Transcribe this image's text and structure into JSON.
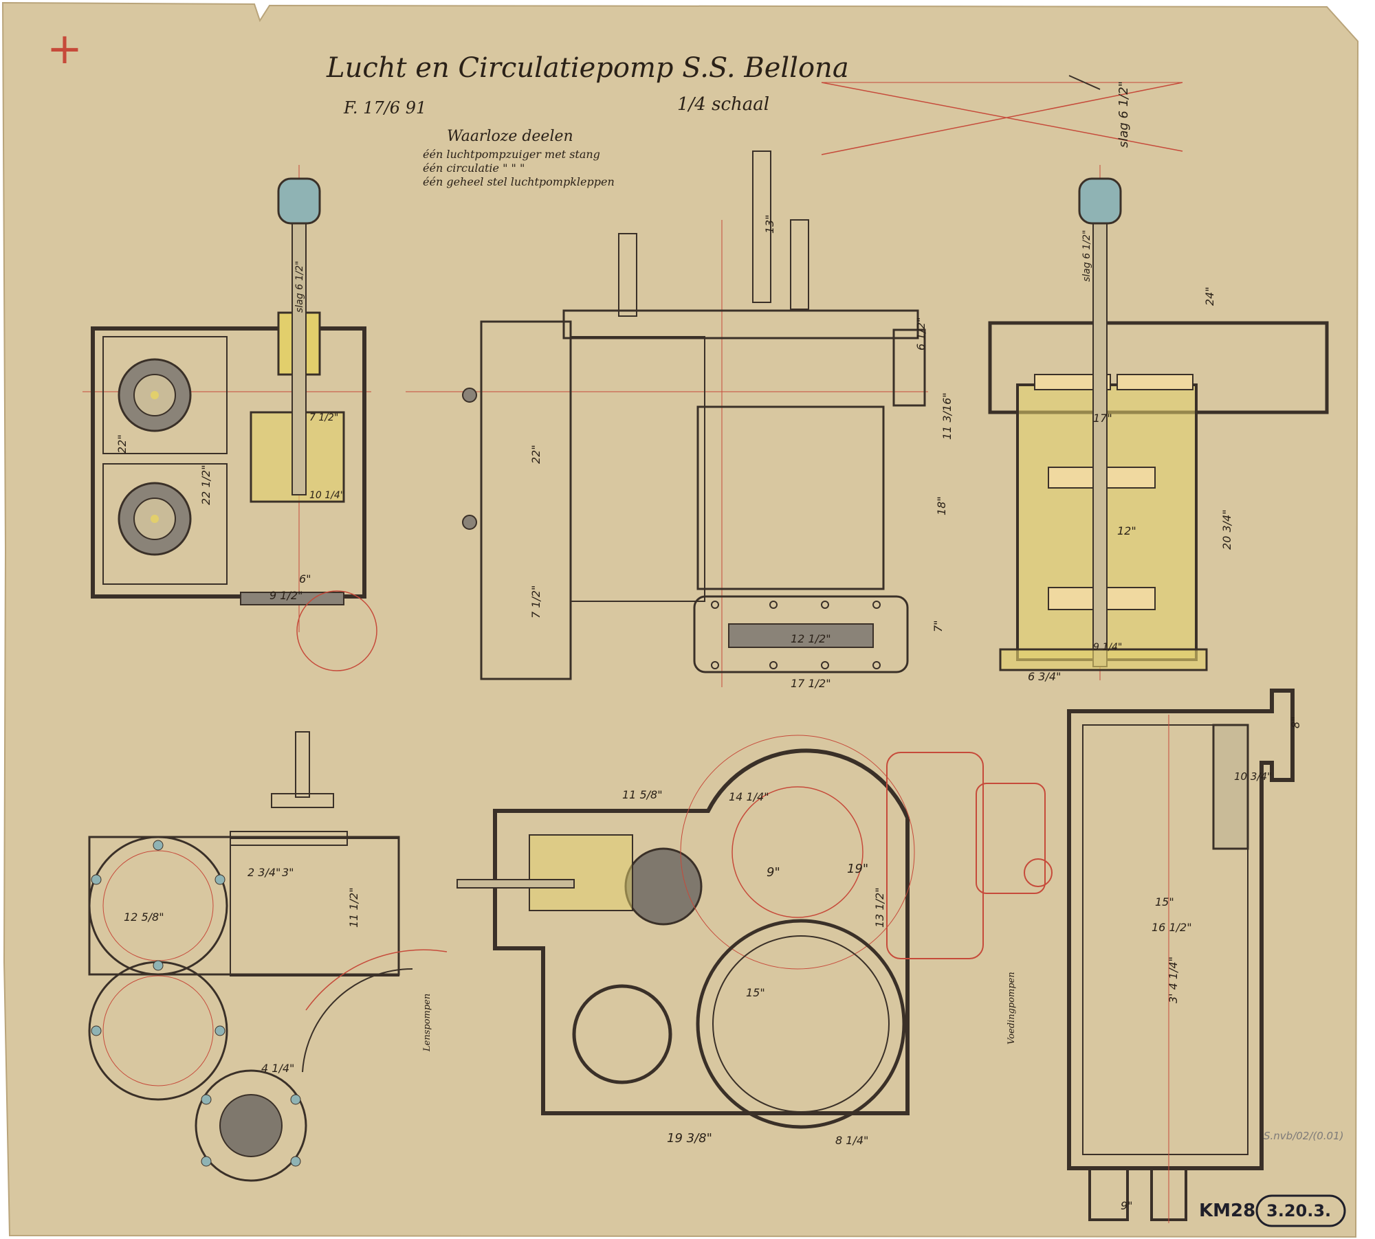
{
  "title": "Lucht en Circulatiepomp S.S. Bellona",
  "date_note": "F. 17/6 91",
  "scale_note": "1/4 schaal",
  "notes": {
    "heading": "Waarloze deelen",
    "lines": [
      "één luchtpompzuiger met stang",
      "één circulatie \" \" \"",
      "één geheel stel luchtpompkleppen"
    ]
  },
  "stroke_label": "slag 6 1/2\"",
  "dimensions": {
    "d_22": "22\"",
    "d_22_half": "22 1/2\"",
    "d_7": "7\"",
    "d_6": "6\"",
    "d_9_half": "9 1/2\"",
    "d_7_half": "7 1/2\"",
    "d_10_q": "10 1/4\"",
    "d_11_3_16": "11 3/16\"",
    "d_6_half": "6 1/2\"",
    "d_13": "13\"",
    "d_18": "18\"",
    "d_12_half": "12 1/2\"",
    "d_17_half": "17 1/2\"",
    "d_20_3_4": "20 3/4\"",
    "d_24": "24\"",
    "d_17": "17\"",
    "d_12": "12\"",
    "d_6_3_4": "6 3/4\"",
    "d_9_q": "9 1/4\"",
    "d_11_5_8": "11 5/8\"",
    "d_14_q": "14 1/4\"",
    "d_19": "19\"",
    "d_9": "9\"",
    "d_15": "15\"",
    "d_13_half": "13 1/2\"",
    "d_19_3_8": "19 3/8\"",
    "d_8_q": "8 1/4\"",
    "d_12_5_8": "12 5/8\"",
    "d_3": "3\"",
    "d_2_3_4": "2 3/4\"",
    "d_11_half": "11 1/2\"",
    "d_4_q": "4 1/4\"",
    "d_16_half": "16 1/2\"",
    "d_3_4_q": "3' 4 1/4\"",
    "d_8": "8\"",
    "d_10_3_4": "10 3/4\""
  },
  "annotations": {
    "lenspompen": "Lenspompen",
    "voedingpompen": "Voedingpompen"
  },
  "stamp": {
    "code": "KM28",
    "number": "3.20.3."
  },
  "pencil_note": "S.nvb/02/(0.01)",
  "corner_mark": "+",
  "colors": {
    "paper": "#d8c7a0",
    "ink": "#3a3028",
    "red_lines": "#c64a3a",
    "brass": "#e2cf6c",
    "blue_wash": "#8fb3b4",
    "grey_wash": "#7f786d"
  }
}
